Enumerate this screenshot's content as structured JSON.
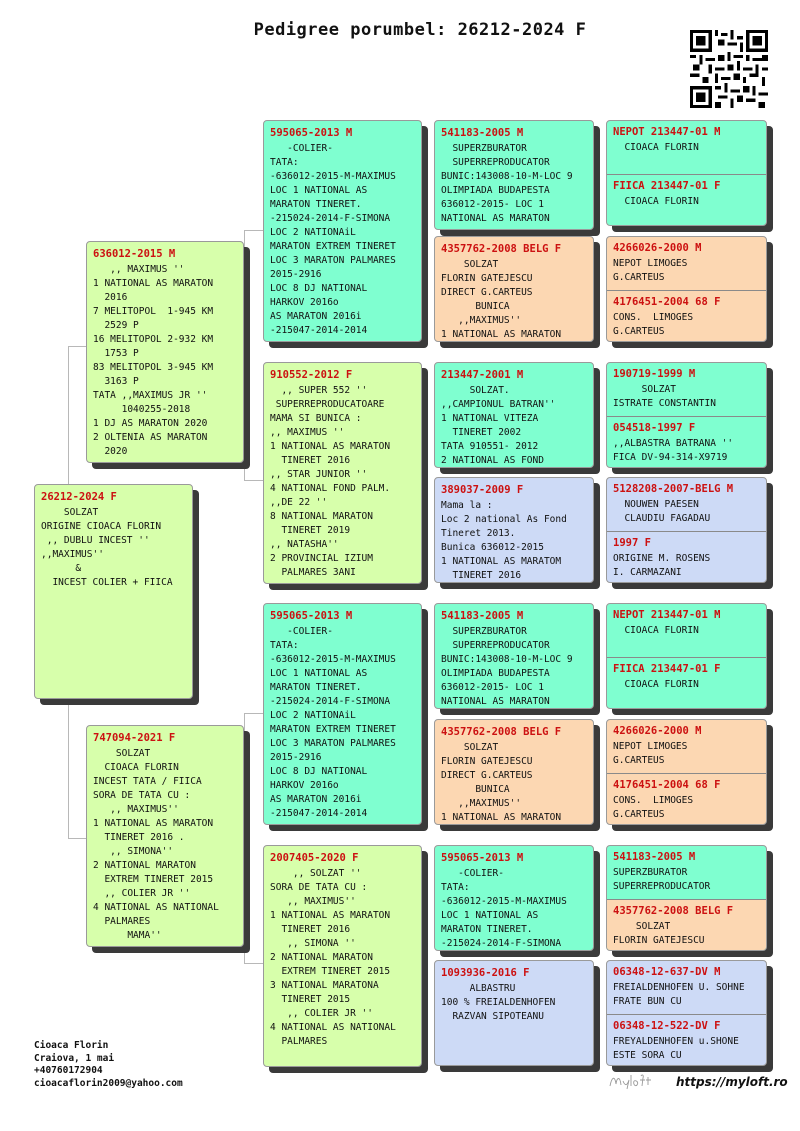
{
  "header": {
    "title": "Pedigree porumbel: 26212-2024 F"
  },
  "subject": {
    "code": "26212-2024 F",
    "text": "    SOLZAT\nORIGINE CIOACA FLORIN\n ,, DUBLU INCEST ''\n,,MAXIMUS''\n      &\n  INCEST COLIER + FIICA"
  },
  "sire": {
    "code": "636012-2015 M",
    "text": "   ,, MAXIMUS ''\n1 NATIONAL AS MARATON\n  2016\n7 MELITOPOL  1-945 KM\n  2529 P\n16 MELITOPOL 2-932 KM\n  1753 P\n83 MELITOPOL 3-945 KM\n  3163 P\nTATA ,,MAXIMUS JR ''\n     1040255-2018\n1 DJ AS MARATON 2020\n2 OLTENIA AS MARATON\n  2020"
  },
  "dam": {
    "code": "747094-2021 F",
    "text": "    SOLZAT\n  CIOACA FLORIN\nINCEST TATA / FIICA\nSORA DE TATA CU :\n   ,, MAXIMUS''\n1 NATIONAL AS MARATON\n  TINERET 2016 .\n   ,, SIMONA''\n2 NATIONAL MARATON\n  EXTREM TINERET 2015\n  ,, COLIER JR ''\n4 NATIONAL AS NATIONAL\n  PALMARES\n      MAMA''"
  },
  "sire_sire": {
    "code": "595065-2013 M",
    "text": "   -COLIER-\nTATA:\n-636012-2015-M-MAXIMUS\nLOC 1 NATIONAL AS\nMARATON TINERET.\n-215024-2014-F-SIMONA\nLOC 2 NATIONAiL\nMARATON EXTREM TINERET\nLOC 3 MARATON PALMARES\n2015-2916\nLOC 8 DJ NATIONAL\nHARKOV 2016o\nAS MARATON 2016i\n-215047-2014-2014"
  },
  "sire_dam": {
    "code": "910552-2012 F",
    "text": "  ,, SUPER 552 ''\n SUPERREPRODUCATOARE\nMAMA SI BUNICA :\n,, MAXIMUS ''\n1 NATIONAL AS MARATON\n  TINERET 2016\n,, STAR JUNIOR ''\n4 NATIONAL FOND PALM.\n,,DE 22 ''\n8 NATIONAL MARATON\n  TINERET 2019\n,, NATASHA''\n2 PROVINCIAL IZIUM\n  PALMARES 3ANI"
  },
  "dam_sire": {
    "code": "595065-2013 M",
    "text": "   -COLIER-\nTATA:\n-636012-2015-M-MAXIMUS\nLOC 1 NATIONAL AS\nMARATON TINERET.\n-215024-2014-F-SIMONA\nLOC 2 NATIONAiL\nMARATON EXTREM TINERET\nLOC 3 MARATON PALMARES\n2015-2916\nLOC 8 DJ NATIONAL\nHARKOV 2016o\nAS MARATON 2016i\n-215047-2014-2014"
  },
  "dam_dam": {
    "code": "2007405-2020 F",
    "text": "    ,, SOLZAT ''\nSORA DE TATA CU :\n   ,, MAXIMUS''\n1 NATIONAL AS MARATON\n  TINERET 2016\n   ,, SIMONA ''\n2 NATIONAL MARATON\n  EXTREM TINERET 2015\n3 NATIONAL MARATONA\n  TINERET 2015\n   ,, COLIER JR ''\n4 NATIONAL AS NATIONAL\n  PALMARES"
  },
  "g3": [
    {
      "code": "541183-2005 M",
      "text": "  SUPERZBURATOR\n  SUPERREPRODUCATOR\nBUNIC:143008-10-M-LOC 9\nOLIMPIADA BUDAPESTA\n636012-2015- LOC 1\nNATIONAL AS MARATON"
    },
    {
      "code": "4357762-2008 BELG F",
      "text": "    SOLZAT\nFLORIN GATEJESCU\nDIRECT G.CARTEUS\n      BUNICA\n   ,,MAXIMUS''\n1 NATIONAL AS MARATON"
    },
    {
      "code": "213447-2001 M",
      "text": "     SOLZAT.\n,,CAMPIONUL BATRAN''\n1 NATIONAL VITEZA\n  TINERET 2002\nTATA 910551- 2012\n2 NATIONAL AS FOND"
    },
    {
      "code": "389037-2009 F",
      "text": "Mama la :\nLoc 2 national As Fond\nTineret 2013.\nBunica 636012-2015\n1 NATIONAL AS MARATOM\n  TINERET 2016"
    },
    {
      "code": "541183-2005 M",
      "text": "  SUPERZBURATOR\n  SUPERREPRODUCATOR\nBUNIC:143008-10-M-LOC 9\nOLIMPIADA BUDAPESTA\n636012-2015- LOC 1\nNATIONAL AS MARATON"
    },
    {
      "code": "4357762-2008 BELG F",
      "text": "    SOLZAT\nFLORIN GATEJESCU\nDIRECT G.CARTEUS\n      BUNICA\n   ,,MAXIMUS''\n1 NATIONAL AS MARATON"
    },
    {
      "code": "595065-2013 M",
      "text": "   -COLIER-\nTATA:\n-636012-2015-M-MAXIMUS\nLOC 1 NATIONAL AS\nMARATON TINERET.\n-215024-2014-F-SIMONA"
    },
    {
      "code": "1093936-2016 F",
      "text": "     ALBASTRU\n100 % FREIALDENHOFEN\n  RAZVAN SIPOTEANU"
    }
  ],
  "g4": [
    {
      "a_code": "NEPOT 213447-01 M",
      "a_text": "  CIOACA FLORIN",
      "b_code": "FIICA 213447-01 F",
      "b_text": "  CIOACA FLORIN"
    },
    {
      "a_code": "4266026-2000 M",
      "a_text": "NEPOT LIMOGES\nG.CARTEUS",
      "b_code": "4176451-2004 68 F",
      "b_text": "CONS.  LIMOGES\nG.CARTEUS"
    },
    {
      "a_code": "190719-1999 M",
      "a_text": "     SOLZAT\nISTRATE CONSTANTIN",
      "b_code": "054518-1997 F",
      "b_text": ",,ALBASTRA BATRANA ''\nFICA DV-94-314-X9719"
    },
    {
      "a_code": "5128208-2007-BELG M",
      "a_text": "  NOUWEN PAESEN\n  CLAUDIU FAGADAU",
      "b_code": "1997 F",
      "b_text": "ORIGINE M. ROSENS\nI. CARMAZANI"
    },
    {
      "a_code": "NEPOT 213447-01 M",
      "a_text": "  CIOACA FLORIN",
      "b_code": "FIICA 213447-01 F",
      "b_text": "  CIOACA FLORIN"
    },
    {
      "a_code": "4266026-2000 M",
      "a_text": "NEPOT LIMOGES\nG.CARTEUS",
      "b_code": "4176451-2004 68 F",
      "b_text": "CONS.  LIMOGES\nG.CARTEUS"
    },
    {
      "a_code": "541183-2005 M",
      "a_text": "SUPERZBURATOR\nSUPERREPRODUCATOR",
      "b_code": "4357762-2008 BELG F",
      "b_text": "    SOLZAT\nFLORIN GATEJESCU"
    },
    {
      "a_code": "06348-12-637-DV M",
      "a_text": "FREIALDENHOFEN U. SOHNE\nFRATE BUN CU",
      "b_code": "06348-12-522-DV F",
      "b_text": "FREYALDENHOFEN u.SHONE\nESTE SORA CU"
    }
  ],
  "footer": {
    "name": "Cioaca Florin",
    "city": "Craiova, 1 mai",
    "phone": "+40760172904",
    "email": "cioacaflorin2009@yahoo.com"
  },
  "website": "https://myloft.ro",
  "signature_text": "MyLoft"
}
